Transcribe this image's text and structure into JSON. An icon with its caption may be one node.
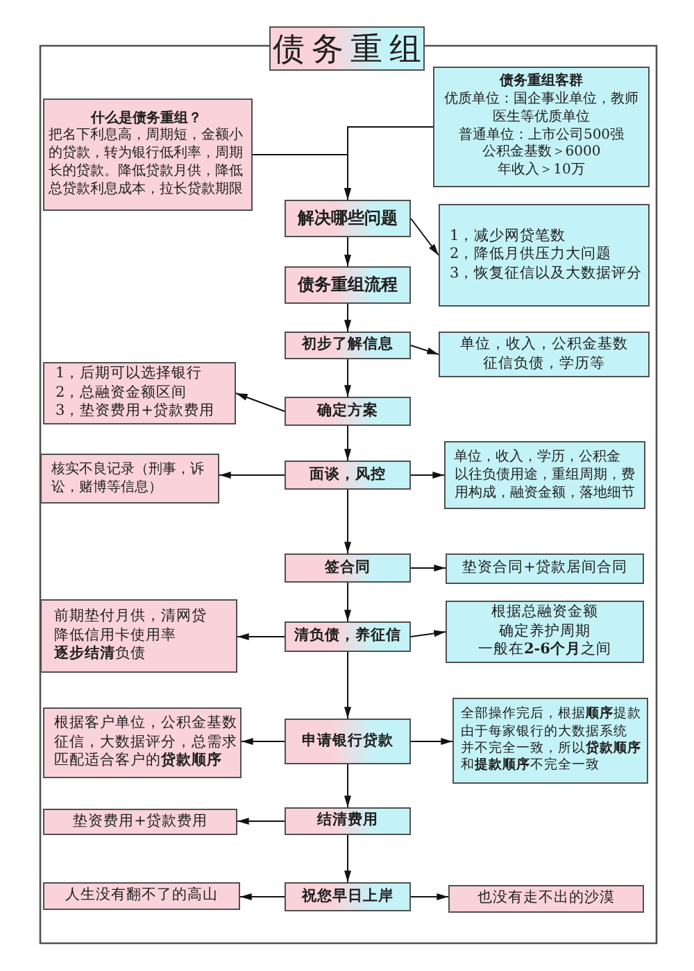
{
  "diagram": {
    "title": "债务重组",
    "nodes": [
      {
        "text": [
          "什么是债务重组？",
          "把名下利息高，周期短，金额小的贷款，转为银行低利率，周期长的贷款。降低贷款月供，降低总贷款利息成本，拉长贷款期限"
        ]
      },
      {
        "text": [
          "债务重组客群",
          "优质单位：国企事业单位，教师医生等优质单位",
          "普通单位：上市公司500强",
          "公积金基数＞6000",
          "年收入＞10万"
        ]
      },
      {
        "text": [
          "解决哪些问题"
        ]
      },
      {
        "text": [
          "1，减少网贷笔数",
          "2，降低月供压力大问题",
          "3，恢复征信以及大数据评分"
        ]
      },
      {
        "text": [
          "债务重组流程"
        ]
      },
      {
        "text": [
          "初步了解信息"
        ]
      },
      {
        "text": [
          "单位，收入，公积金基数",
          "征信负债，学历等"
        ]
      },
      {
        "text": [
          "1，后期可以选择银行",
          "2，总融资金额区间",
          "3，垫资费用+贷款费用"
        ]
      },
      {
        "text": [
          "确定方案"
        ]
      },
      {
        "text": [
          "核实不良记录（刑事，诉讼，赌博等信息）"
        ]
      },
      {
        "text": [
          "面谈，风控"
        ]
      },
      {
        "text": [
          "单位，收入，学历，公积金",
          "以往负债用途，重组周期，费用构成，融资金额，落地细节"
        ]
      },
      {
        "text": [
          "签合同"
        ]
      },
      {
        "text": [
          "垫资合同+贷款居间合同"
        ]
      },
      {
        "text": [
          "前期垫付月供，清网贷",
          "降低信用卡使用率",
          "**逐步结清**负债"
        ]
      },
      {
        "text": [
          "清负债，养征信"
        ]
      },
      {
        "text": [
          "根据总融资金额",
          "确定养护周期",
          "一般在**2-6个月**之间"
        ]
      },
      {
        "text": [
          "根据客户单位，公积金基数",
          "征信，大数据评分，总需求",
          "匹配适合客户的**贷款顺序**"
        ]
      },
      {
        "text": [
          "申请银行贷款"
        ]
      },
      {
        "text": [
          "全部操作完后，根据**顺序**提款",
          "由于每家银行的大数据系统",
          "并不完全一致，所以**贷款顺序**",
          "和**提款顺序**不完全一致"
        ]
      },
      {
        "text": [
          "垫资费用+贷款费用"
        ]
      },
      {
        "text": [
          "结清费用"
        ]
      },
      {
        "text": [
          "人生没有翻不了的高山"
        ]
      },
      {
        "text": [
          "祝您早日上岸"
        ]
      },
      {
        "text": [
          "也没有走不出的沙漠"
        ]
      }
    ],
    "edges": [
      {
        "from": 0,
        "to": 2,
        "arrow": "to"
      },
      {
        "from": 1,
        "to": 2,
        "arrow": "to"
      },
      {
        "from": 2,
        "to": 3,
        "arrow": "to"
      },
      {
        "from": 2,
        "to": 4,
        "arrow": "to"
      },
      {
        "from": 4,
        "to": 5,
        "arrow": "to"
      },
      {
        "from": 5,
        "to": 6,
        "arrow": "to"
      },
      {
        "from": 5,
        "to": 8,
        "arrow": "to"
      },
      {
        "from": 8,
        "to": 7,
        "arrow": "to"
      },
      {
        "from": 8,
        "to": 10,
        "arrow": "to"
      },
      {
        "from": 10,
        "to": 9,
        "arrow": "to"
      },
      {
        "from": 10,
        "to": 11,
        "arrow": "to"
      },
      {
        "from": 10,
        "to": 12,
        "arrow": "to"
      },
      {
        "from": 12,
        "to": 13,
        "arrow": "to"
      },
      {
        "from": 12,
        "to": 15,
        "arrow": "to"
      },
      {
        "from": 15,
        "to": 14,
        "arrow": "to"
      },
      {
        "from": 15,
        "to": 16,
        "arrow": "to"
      },
      {
        "from": 15,
        "to": 18,
        "arrow": "to"
      },
      {
        "from": 18,
        "to": 17,
        "arrow": "to"
      },
      {
        "from": 18,
        "to": 19,
        "arrow": "to"
      },
      {
        "from": 18,
        "to": 21,
        "arrow": "to"
      },
      {
        "from": 21,
        "to": 20,
        "arrow": "to"
      },
      {
        "from": 21,
        "to": 23,
        "arrow": "to"
      },
      {
        "from": 23,
        "to": 22,
        "arrow": "to"
      },
      {
        "from": 23,
        "to": 24,
        "arrow": "to"
      }
    ]
  }
}
